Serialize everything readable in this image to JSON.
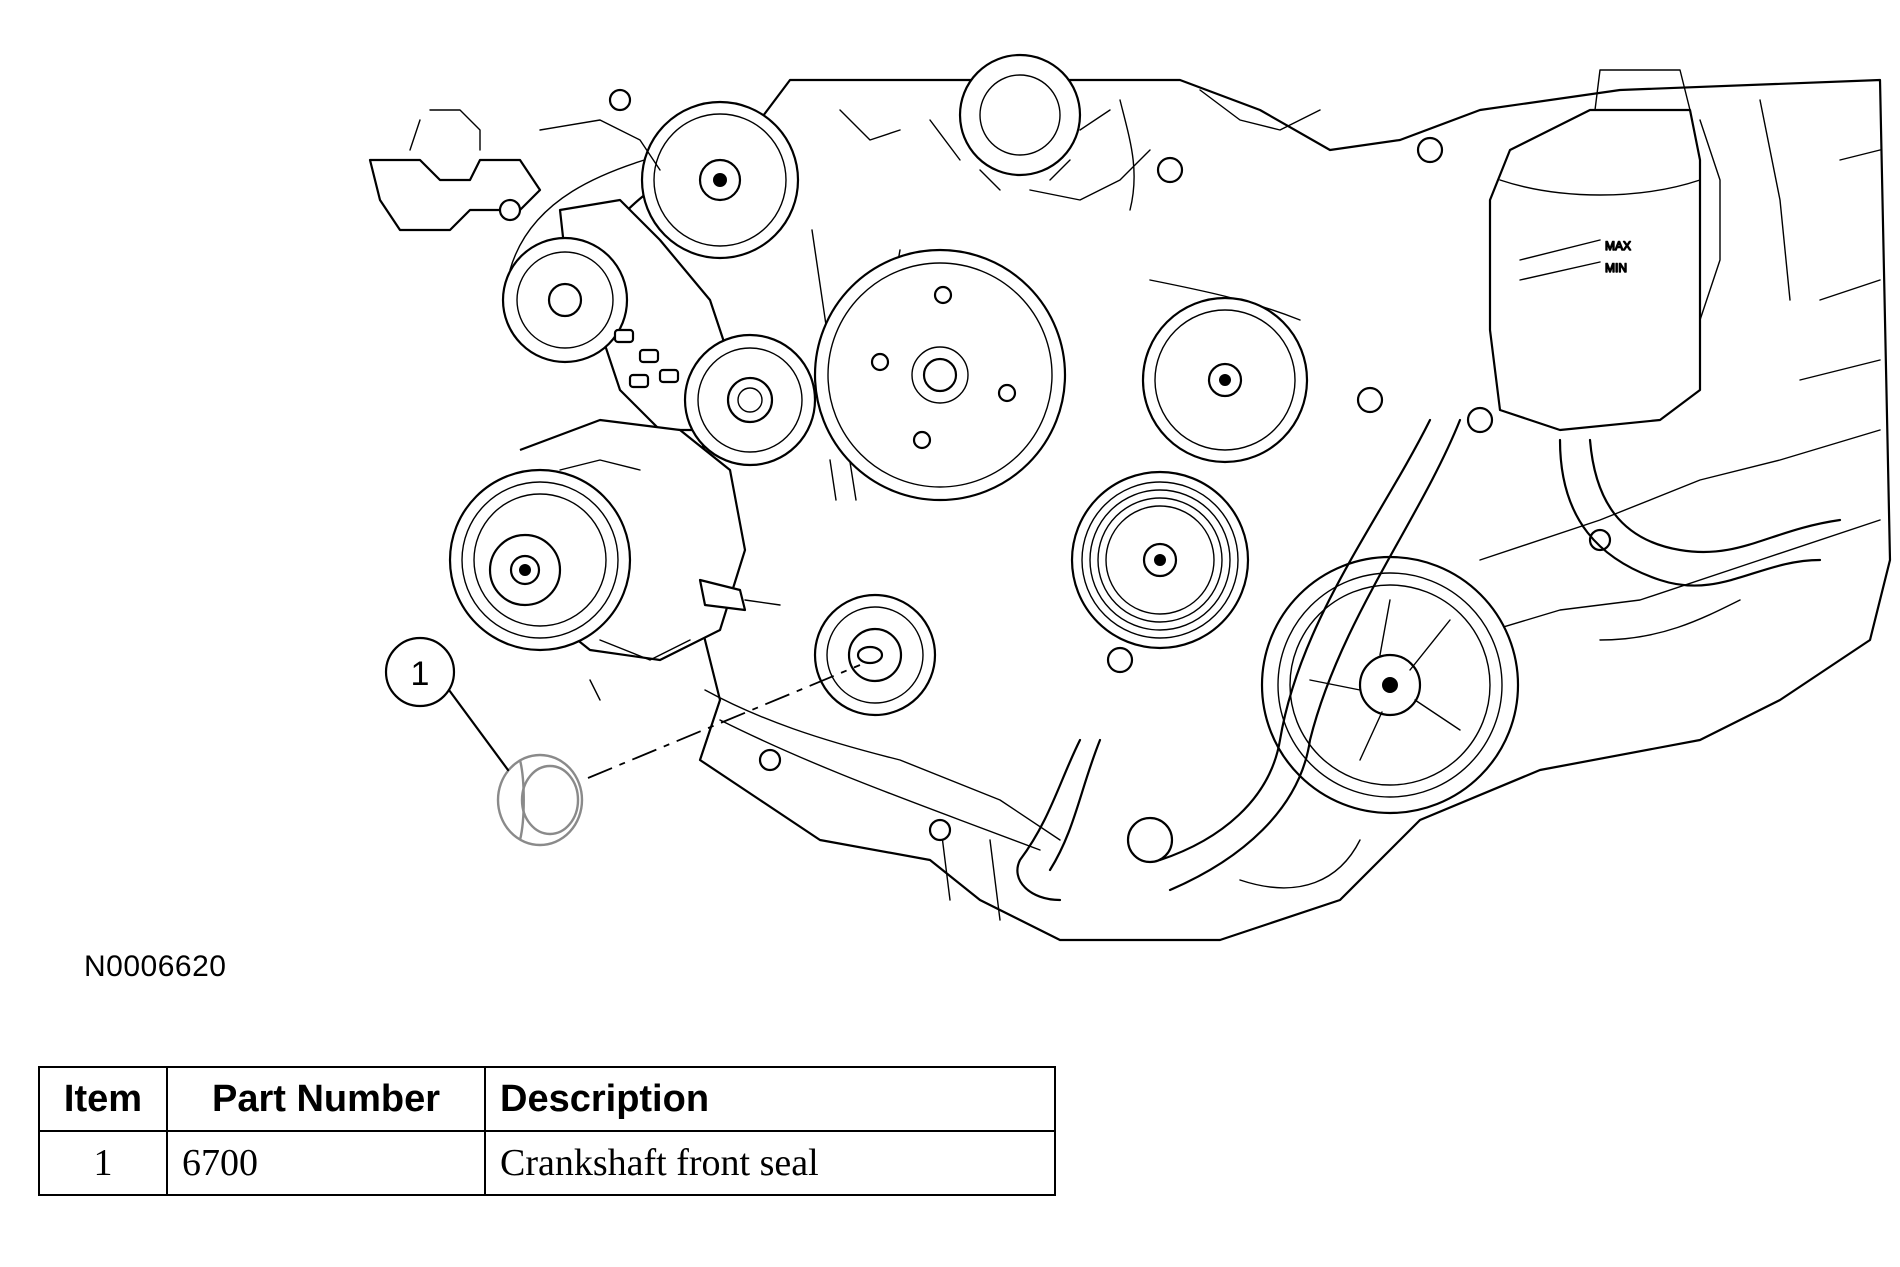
{
  "figure": {
    "id": "N0006620",
    "callouts": [
      {
        "label": "1"
      }
    ]
  },
  "table": {
    "headers": {
      "item": "Item",
      "part_number": "Part Number",
      "description": "Description"
    },
    "rows": [
      {
        "item": "1",
        "part_number": "6700",
        "description": "Crankshaft front seal"
      }
    ]
  },
  "reservoir_marks": {
    "max": "MAX",
    "min": "MIN"
  },
  "colors": {
    "line": "#000000",
    "seal": "#8a8a8a",
    "background": "#ffffff"
  }
}
